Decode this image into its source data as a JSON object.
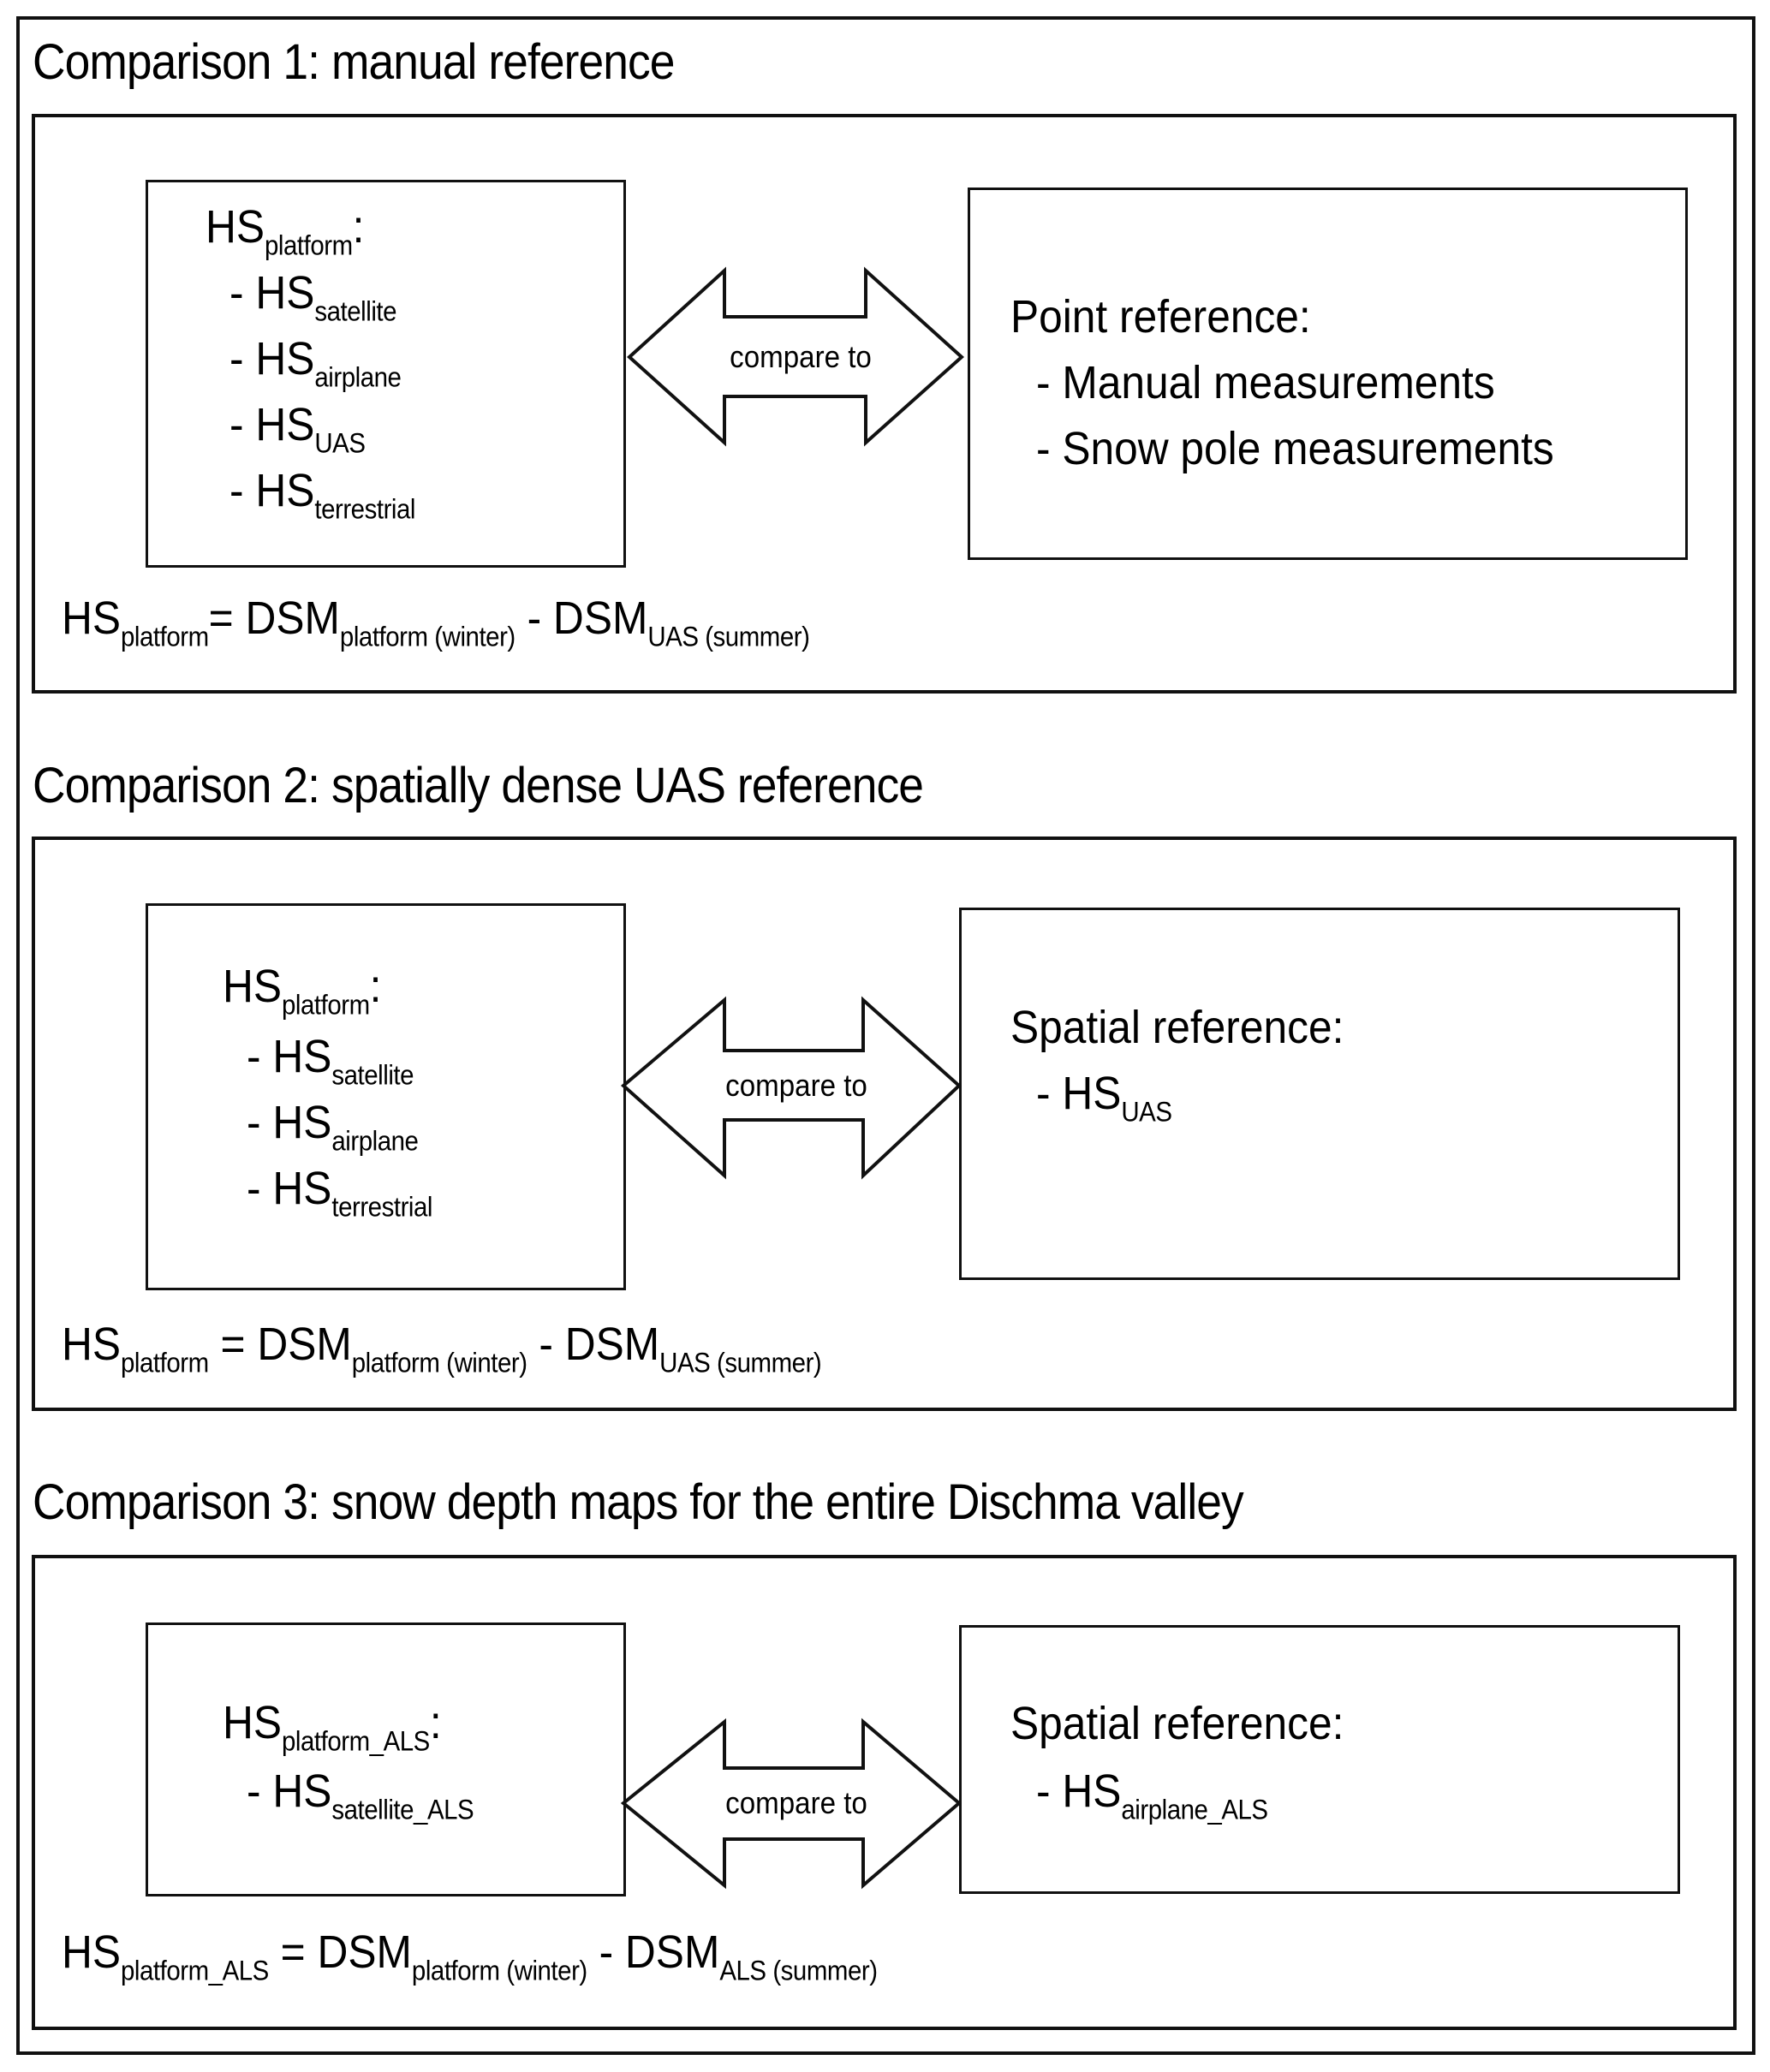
{
  "sections": [
    {
      "title": "Comparison 1: manual reference",
      "platform_box": {
        "heading": {
          "main": "HS",
          "sub": "platform",
          "suffix": ":"
        },
        "items": [
          {
            "prefix": "- HS",
            "sub": "satellite"
          },
          {
            "prefix": "- HS",
            "sub": "airplane"
          },
          {
            "prefix": "- HS",
            "sub": "UAS"
          },
          {
            "prefix": "- HS",
            "sub": "terrestrial"
          }
        ]
      },
      "arrow_label": "compare to",
      "reference_box": {
        "heading": "Point reference:",
        "items": [
          {
            "prefix": "- Manual measurements",
            "sub": ""
          },
          {
            "prefix": "- Snow pole measurements",
            "sub": ""
          }
        ]
      },
      "formula": {
        "lhs": "HS",
        "lhs_sub": "platform",
        "eq": "=",
        "t1": "DSM",
        "t1_sub": "platform (winter)",
        "op": "-",
        "t2": "DSM",
        "t2_sub": "UAS (summer)"
      }
    },
    {
      "title": "Comparison 2: spatially dense UAS reference",
      "platform_box": {
        "heading": {
          "main": "HS",
          "sub": "platform",
          "suffix": ":"
        },
        "items": [
          {
            "prefix": "- HS",
            "sub": "satellite"
          },
          {
            "prefix": "- HS",
            "sub": "airplane"
          },
          {
            "prefix": "- HS",
            "sub": "terrestrial"
          }
        ]
      },
      "arrow_label": "compare to",
      "reference_box": {
        "heading": "Spatial reference:",
        "items": [
          {
            "prefix": "- HS",
            "sub": "UAS"
          }
        ]
      },
      "formula": {
        "lhs": "HS",
        "lhs_sub": "platform",
        "eq": "=",
        "t1": "DSM",
        "t1_sub": "platform (winter)",
        "op": "-",
        "t2": "DSM",
        "t2_sub": "UAS (summer)"
      }
    },
    {
      "title": "Comparison 3: snow depth maps for the entire Dischma valley",
      "platform_box": {
        "heading": {
          "main": "HS",
          "sub": "platform_ALS",
          "suffix": ":"
        },
        "items": [
          {
            "prefix": "- HS",
            "sub": "satellite_ALS"
          }
        ]
      },
      "arrow_label": "compare to",
      "reference_box": {
        "heading": "Spatial reference:",
        "items": [
          {
            "prefix": "- HS",
            "sub": "airplane_ALS"
          }
        ]
      },
      "formula": {
        "lhs": "HS",
        "lhs_sub": "platform_ALS",
        "eq": "=",
        "t1": "DSM",
        "t1_sub": "platform (winter)",
        "op": "-",
        "t2": "DSM",
        "t2_sub": "ALS (summer)"
      }
    }
  ]
}
